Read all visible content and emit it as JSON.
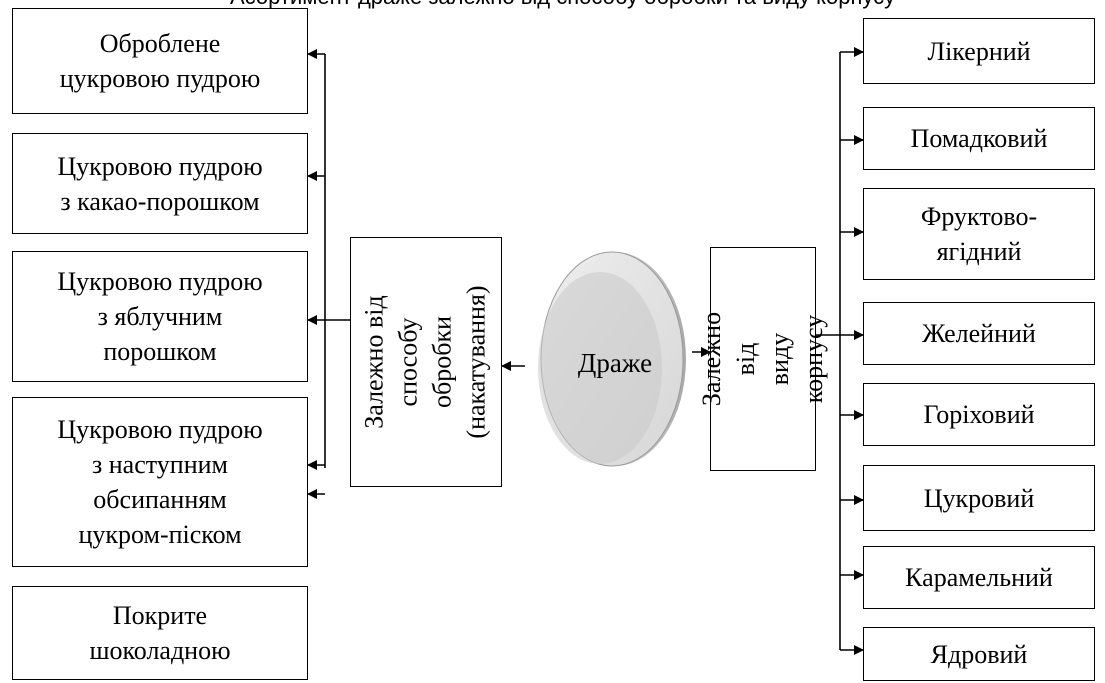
{
  "header": {
    "cut_text": "Асортимент драже залежно від способу обробки та виду корпусу"
  },
  "center": {
    "label": "Драже"
  },
  "left_group": {
    "label": "Залежно від\nспособу обробки\n(накатування)",
    "items": [
      "Оброблене\nцукровою пудрою",
      "Цукровою пудрою\nз какао-порошком",
      "Цукровою пудрою\nз яблучним\nпорошком",
      "Цукровою пудрою\nз наступним\nобсипанням\nцукром-піском",
      "Покрите\nшоколадною"
    ]
  },
  "right_group": {
    "label": "Залежно від\nвиду корпусу",
    "items": [
      "Лікерний",
      "Помадковий",
      "Фруктово-\nягідний",
      "Желейний",
      "Горіховий",
      "Цукровий",
      "Карамельний",
      "Ядровий"
    ]
  }
}
